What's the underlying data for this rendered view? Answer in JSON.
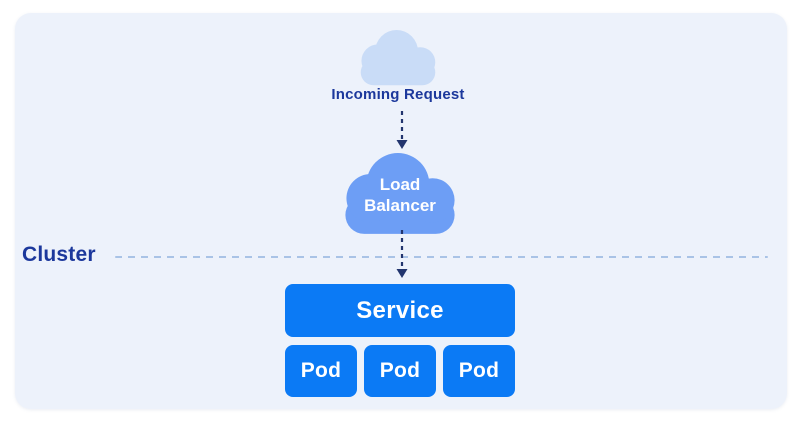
{
  "diagram": {
    "incoming_label": "Incoming Request",
    "load_balancer_label": "Load Balancer",
    "cluster_label": "Cluster",
    "service_label": "Service",
    "pod_labels": [
      "Pod",
      "Pod",
      "Pod"
    ],
    "icons": {
      "incoming_cloud": "cloud-icon",
      "load_balancer_cloud": "cloud-icon",
      "arrows": "dashed-arrow-down-icon"
    }
  },
  "colors": {
    "accent_blue": "#0b7af5",
    "cloud_light": "#c9dcf7",
    "cloud_medium": "#6d9ef5",
    "navy_text": "#1c389c",
    "container_bg": "#edf2fb",
    "cluster_dash": "#a9c3e6",
    "arrow_navy": "#22356e",
    "page_bg": "#ffffff"
  }
}
